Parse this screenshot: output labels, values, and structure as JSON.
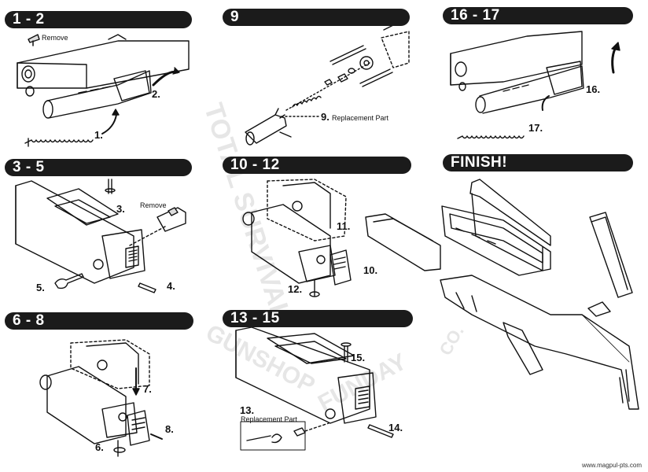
{
  "headers": {
    "h1": "1 - 2",
    "h2": "9",
    "h3": "16 - 17",
    "h4": "3 - 5",
    "h5": "10 - 12",
    "h6": "FINISH!",
    "h7": "6 - 8",
    "h8": "13 - 15"
  },
  "labels": {
    "remove_1": "Remove",
    "s2": "2.",
    "s1": "1.",
    "s9": "9.",
    "s9_text": "Replacement Part",
    "s16": "16.",
    "s17": "17.",
    "s3": "3.",
    "remove_2": "Remove",
    "s5": "5.",
    "s4": "4.",
    "s11": "11.",
    "s10": "10.",
    "s12": "12.",
    "s7": "7.",
    "s8": "8.",
    "s6": "6.",
    "s15": "15.",
    "s13": "13.",
    "s13_text": "Replacement Part",
    "s14": "14."
  },
  "watermark": {
    "arc": "TOTAL SURVIVAL",
    "lower": "GUNSHOP",
    "right": "FUNDAY",
    "co": "CO."
  },
  "footer": {
    "site": "www.magpul-pts.com"
  },
  "colors": {
    "header_bg": "#1b1b1b",
    "ink": "#111111",
    "watermark": "#e6e6e6"
  }
}
